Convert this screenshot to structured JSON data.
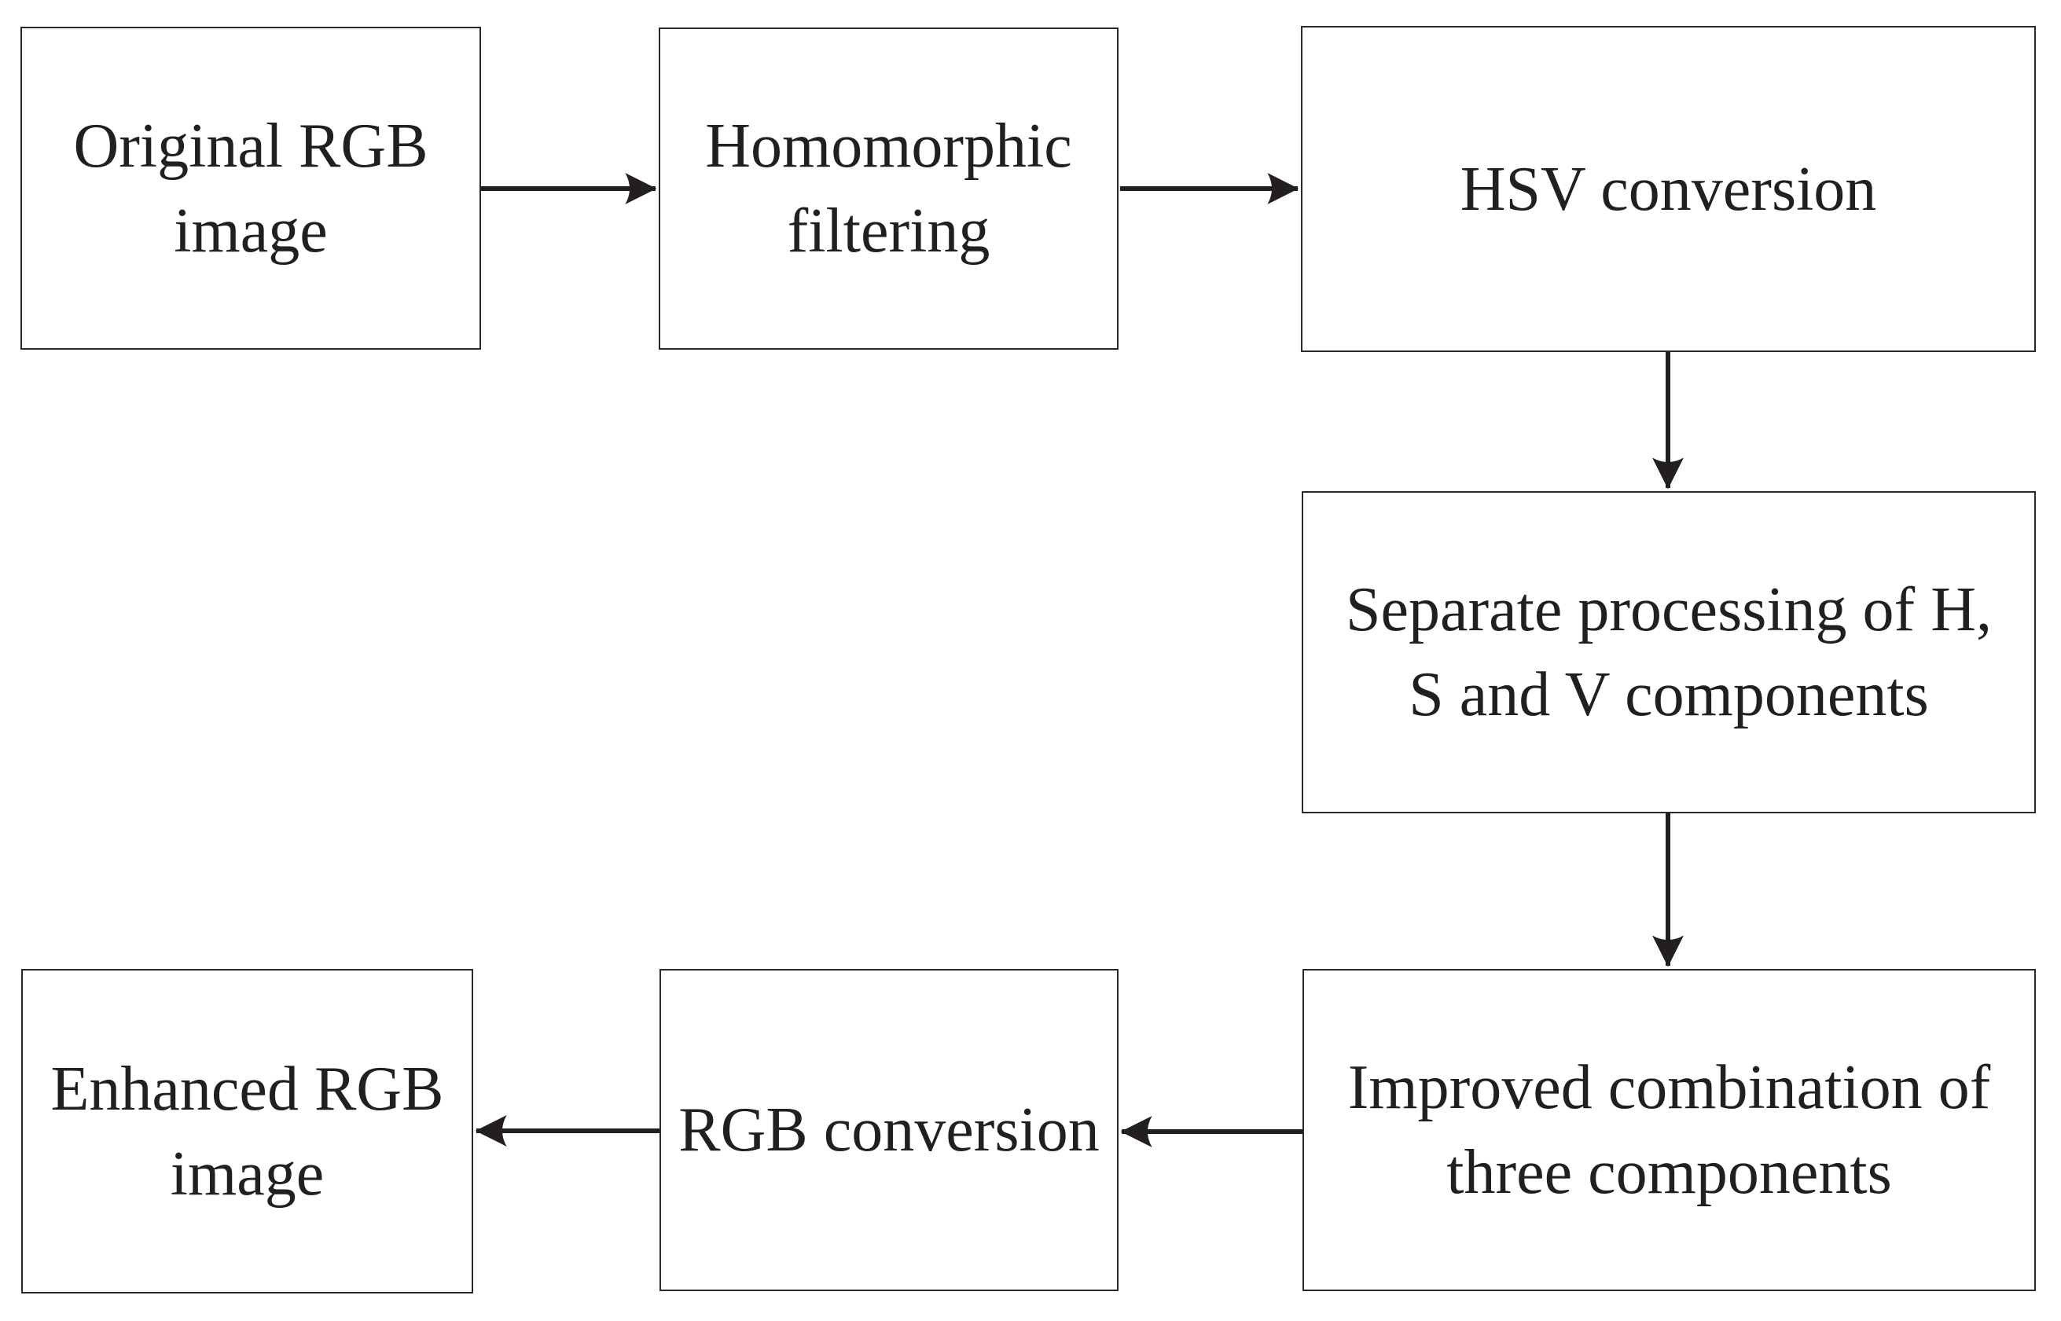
{
  "diagram": {
    "type": "flowchart",
    "colors": {
      "ink": "#231f20",
      "box_border": "#2b2926",
      "background": "#ffffff"
    },
    "nodes": [
      {
        "id": "original-rgb-image",
        "label": "Original RGB\nimage"
      },
      {
        "id": "homomorphic-filtering",
        "label": "Homomorphic\nfiltering"
      },
      {
        "id": "hsv-conversion",
        "label": "HSV conversion"
      },
      {
        "id": "separate-processing",
        "label": "Separate processing of H,\nS and V components"
      },
      {
        "id": "improved-combination",
        "label": "Improved combination of\nthree components"
      },
      {
        "id": "rgb-conversion",
        "label": "RGB conversion"
      },
      {
        "id": "enhanced-rgb-image",
        "label": "Enhanced RGB\nimage"
      }
    ],
    "edges": [
      {
        "from": "original-rgb-image",
        "to": "homomorphic-filtering",
        "direction": "right"
      },
      {
        "from": "homomorphic-filtering",
        "to": "hsv-conversion",
        "direction": "right"
      },
      {
        "from": "hsv-conversion",
        "to": "separate-processing",
        "direction": "down"
      },
      {
        "from": "separate-processing",
        "to": "improved-combination",
        "direction": "down"
      },
      {
        "from": "improved-combination",
        "to": "rgb-conversion",
        "direction": "left"
      },
      {
        "from": "rgb-conversion",
        "to": "enhanced-rgb-image",
        "direction": "left"
      }
    ]
  }
}
